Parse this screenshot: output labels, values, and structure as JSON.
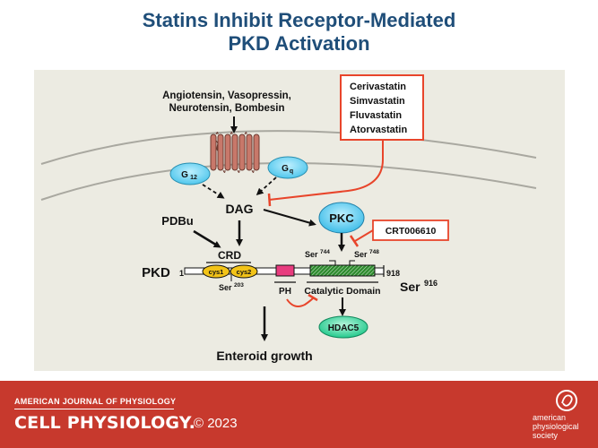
{
  "title": {
    "line1": "Statins Inhibit Receptor-Mediated",
    "line2": "PKD Activation"
  },
  "diagram": {
    "agonists": {
      "line1": "Angiotensin, Vasopressin,",
      "line2": "Neurotensin, Bombesin"
    },
    "statins": [
      "Cerivastatin",
      "Simvastatin",
      "Fluvastatin",
      "Atorvastatin"
    ],
    "g12": {
      "label": "G",
      "sub": "12"
    },
    "gq": {
      "label": "G",
      "sub": "q"
    },
    "dag": "DAG",
    "pdbu": "PDBu",
    "pkc": "PKC",
    "inhibitor": "CRT006610",
    "crd": "CRD",
    "cys1": "cys1",
    "cys2": "cys2",
    "pkd": "PKD",
    "res_start": "1",
    "res_end": "918",
    "ser_base": "Ser",
    "ser203": "203",
    "ser744": "744",
    "ser748": "748",
    "ser916": "916",
    "ph": "PH",
    "catalytic": "Catalytic Domain",
    "hdac5": "HDAC5",
    "outcome": "Enteroid growth"
  },
  "footer": {
    "journal": "AMERICAN JOURNAL OF PHYSIOLOGY",
    "subjournal": "CELL PHYSIOLOGY.",
    "copyright": "© 2023",
    "society": [
      "american",
      "physiological",
      "society"
    ]
  },
  "colors": {
    "title": "#1f4e79",
    "panel": "#ecebe2",
    "footer": "#c7392d",
    "receptor": "#c8786a",
    "gprotein": "#5ecff0",
    "inhibition": "#e8452b",
    "cys": "#f2c318",
    "ph_domain": "#e83c7e",
    "catalytic": "#2e8b2e",
    "hdac5": "#2ed39a"
  },
  "icons": {
    "society_logo": "aps-logo-icon"
  }
}
